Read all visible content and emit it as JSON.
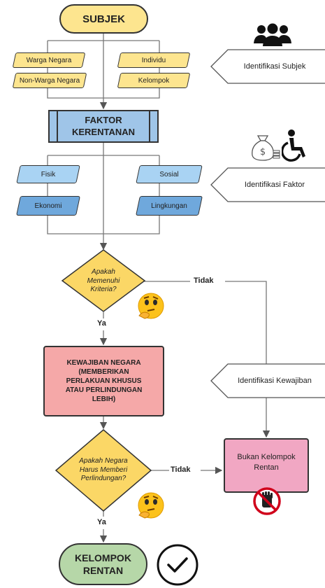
{
  "subjek": "SUBJEK",
  "subjects": [
    "Warga Negara",
    "Individu",
    "Non-Warga Negara",
    "Kelompok"
  ],
  "faktor": [
    "FAKTOR",
    "KERENTANAN"
  ],
  "factors": [
    "Fisik",
    "Sosial",
    "Ekonomi",
    "Lingkungan"
  ],
  "q1": [
    "Apakah",
    "Memenuhi",
    "Kriteria?"
  ],
  "tidak1": "Tidak",
  "ya1": "Ya",
  "kewajiban": [
    "KEWAJIBAN NEGARA",
    "(MEMBERIKAN",
    "PERLAKUAN KHUSUS",
    "ATAU PERLINDUNGAN",
    "LEBIH)"
  ],
  "q2": [
    "Apakah Negara",
    "Harus Memberi",
    "Perlindungan?"
  ],
  "tidak2": "Tidak",
  "ya2": "Ya",
  "bukan": [
    "Bukan Kelompok",
    "Rentan"
  ],
  "end": [
    "KELOMPOK",
    "RENTAN"
  ],
  "side": [
    "Identifikasi Subjek",
    "Identifikasi Faktor",
    "Identifikasi Kewajiban"
  ],
  "icons": [
    "group-icon",
    "money-bag-icon",
    "wheelchair-icon",
    "thinking-face-icon",
    "prohibited-hand-icon",
    "checkmark-circle-icon"
  ],
  "colors": {
    "yellow": "#fde58f",
    "blue": "#9fc5e8",
    "green": "#b6d7a8",
    "pink": "#f5a8a8",
    "magenta": "#f1a7c3"
  }
}
